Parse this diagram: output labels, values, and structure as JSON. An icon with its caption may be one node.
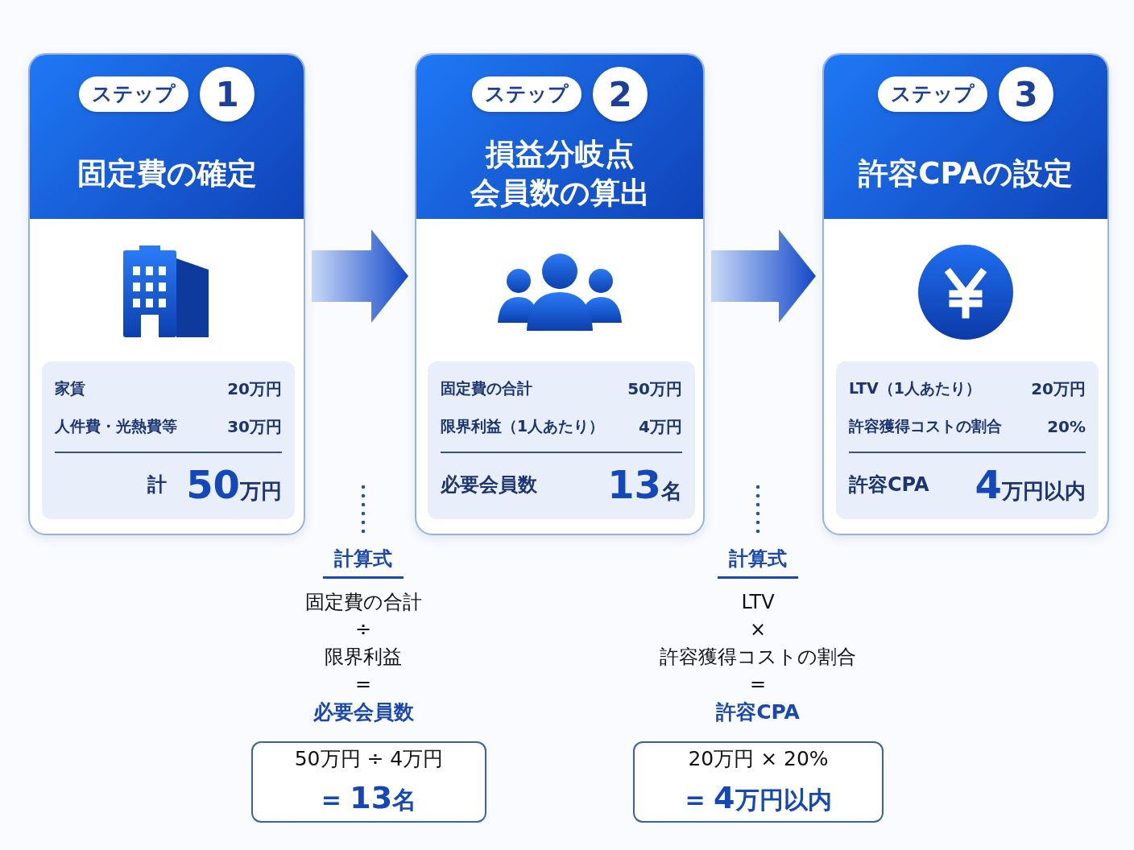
{
  "diagram": {
    "nodes": [
      {
        "text": [
          "固定費の確定"
        ]
      },
      {
        "text": [
          "ステップ"
        ],
        "in": 0
      },
      {
        "text": [
          "1"
        ],
        "in": 0
      },
      {
        "text": [
          "家賃",
          "20万円",
          "人件費・光熱費等",
          "30万円",
          "計",
          "50万円"
        ],
        "in": 0
      },
      {
        "text": [
          "損益分岐点",
          "会員数の算出"
        ]
      },
      {
        "text": [
          "ステップ"
        ],
        "in": 4
      },
      {
        "text": [
          "2"
        ],
        "in": 4
      },
      {
        "text": [
          "固定費の合計",
          "50万円",
          "限界利益（1人あたり）",
          "4万円",
          "必要会員数",
          "13名"
        ],
        "in": 4
      },
      {
        "text": [
          "許容CPAの設定"
        ]
      },
      {
        "text": [
          "ステップ"
        ],
        "in": 8
      },
      {
        "text": [
          "3"
        ],
        "in": 8
      },
      {
        "text": [
          "LTV（1人あたり）",
          "20万円",
          "許容獲得コストの割合",
          "20%",
          "許容CPA",
          "4万円以内"
        ],
        "in": 8
      },
      {
        "text": [
          "計算式",
          "固定費の合計",
          "÷",
          "限界利益",
          "=",
          "必要会員数"
        ]
      },
      {
        "text": [
          "50万円 ÷ 4万円",
          "= 13名"
        ]
      },
      {
        "text": [
          "計算式",
          "LTV",
          "×",
          "許容獲得コストの割合",
          "=",
          "許容CPA"
        ]
      },
      {
        "text": [
          "20万円 × 20%",
          "= 4万円以内"
        ]
      }
    ],
    "edges": [
      {
        "from": 0,
        "to": 4,
        "arrow": "to",
        "style": "thick"
      },
      {
        "from": 4,
        "to": 8,
        "arrow": "to",
        "style": "thick"
      },
      {
        "from": null,
        "to": 12,
        "arrow": "none",
        "style": "dashed"
      },
      {
        "from": null,
        "to": 14,
        "arrow": "none",
        "style": "dashed"
      }
    ]
  }
}
